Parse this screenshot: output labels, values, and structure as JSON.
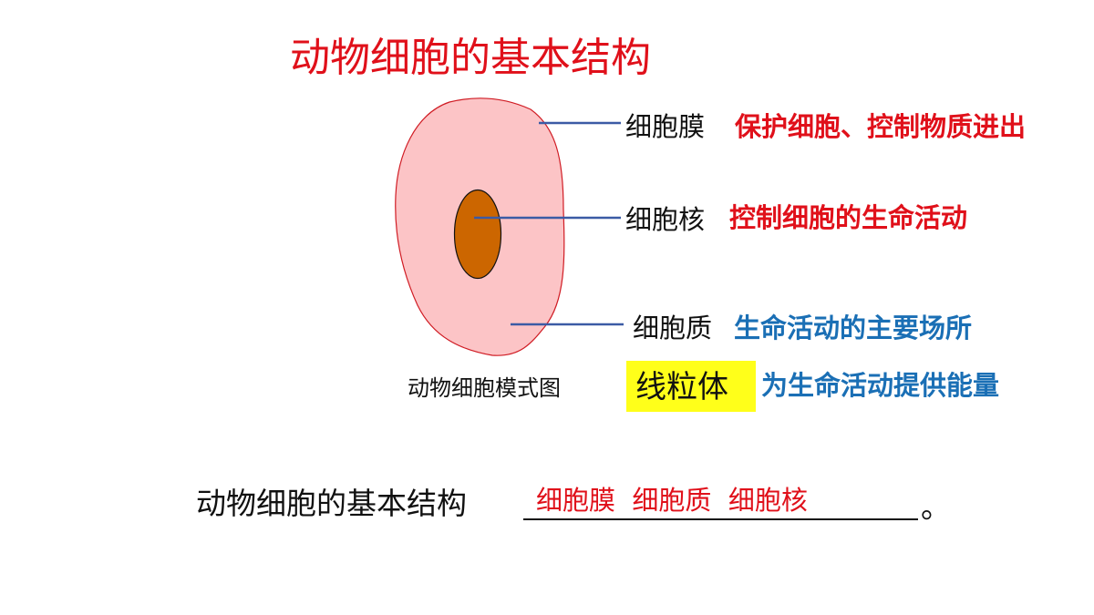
{
  "title": "动物细胞的基本结构",
  "parts": {
    "membrane": {
      "label": "细胞膜",
      "function": "保护细胞、控制物质进出"
    },
    "nucleus": {
      "label": "细胞核",
      "function": "控制细胞的生命活动"
    },
    "cytoplasm": {
      "label": "细胞质",
      "function": "生命活动的主要场所"
    },
    "mitochondria": {
      "label": "线粒体",
      "function": "为生命活动提供能量"
    }
  },
  "caption": "动物细胞模式图",
  "summary": {
    "sentence": "动物细胞的基本结构",
    "answer": "细胞膜  细胞质  细胞核",
    "period": "。"
  },
  "colors": {
    "title": "#e0101a",
    "function_red": "#e0101a",
    "function_blue": "#1a6fb5",
    "cell_fill": "#fcc4c6",
    "cell_border": "#d01c24",
    "nucleus_fill": "#cc6600",
    "leader_line": "#3b5ba5",
    "highlight": "#ffff1a"
  }
}
